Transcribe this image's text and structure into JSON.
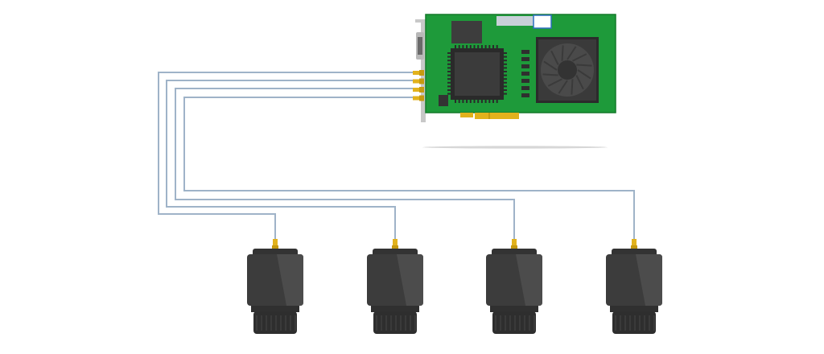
{
  "diagram": {
    "description_free": true,
    "colors": {
      "background": "#ffffff",
      "pcb": "#1e9a3a",
      "pcb_edge": "#137a2a",
      "chip": "#3b3b3b",
      "chip_pin": "#2a2a2a",
      "heatsink": "#3a3a3a",
      "fan": "#4a4a4a",
      "gold": "#e2b21c",
      "bracket": "#c8c8c8",
      "cable": "#9fb3c8",
      "camera_body": "#3c3c3c",
      "camera_shade": "#4c4c4c",
      "camera_ring": "#2e2e2e"
    },
    "card": {
      "name": "frame-grabber-card",
      "connector_count": 4
    },
    "cameras": [
      {
        "id": "camera-1"
      },
      {
        "id": "camera-2"
      },
      {
        "id": "camera-3"
      },
      {
        "id": "camera-4"
      }
    ]
  }
}
